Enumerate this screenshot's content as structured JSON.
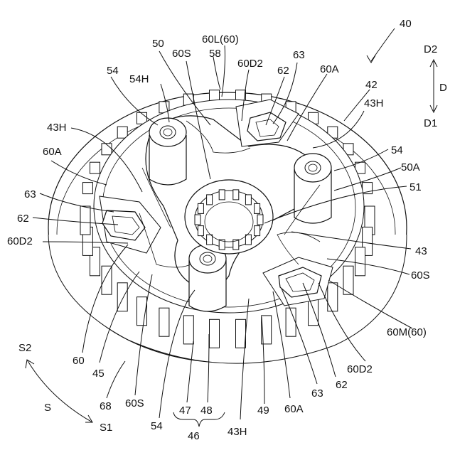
{
  "figure": {
    "labels": {
      "l40": "40",
      "l50": "50",
      "l60L": "60L(60)",
      "l54H": "54H",
      "l60S_top": "60S",
      "l58": "58",
      "l60D2_top": "60D2",
      "l63_top": "63",
      "l62_top": "62",
      "l60A_top": "60A",
      "l42": "42",
      "l43H_right": "43H",
      "l54_left": "54",
      "l43H_left": "43H",
      "l60A_left": "60A",
      "l54_right": "54",
      "l50A": "50A",
      "l51": "51",
      "l63_left": "63",
      "l62_left": "62",
      "l60D2_left": "60D2",
      "l43": "43",
      "l60S_right": "60S",
      "l60M": "60M(60)",
      "l60": "60",
      "l45": "45",
      "l60D2_bottom": "60D2",
      "l62_bottom": "62",
      "l63_bottom": "63",
      "l68": "68",
      "l60S_bottom": "60S",
      "l47": "47",
      "l48": "48",
      "l46": "46",
      "l49": "49",
      "l60A_bottom": "60A",
      "l54_bottom": "54",
      "l43H_bottom": "43H",
      "lS": "S",
      "lS1": "S1",
      "lS2": "S2",
      "lD": "D",
      "lD1": "D1",
      "lD2": "D2"
    }
  }
}
